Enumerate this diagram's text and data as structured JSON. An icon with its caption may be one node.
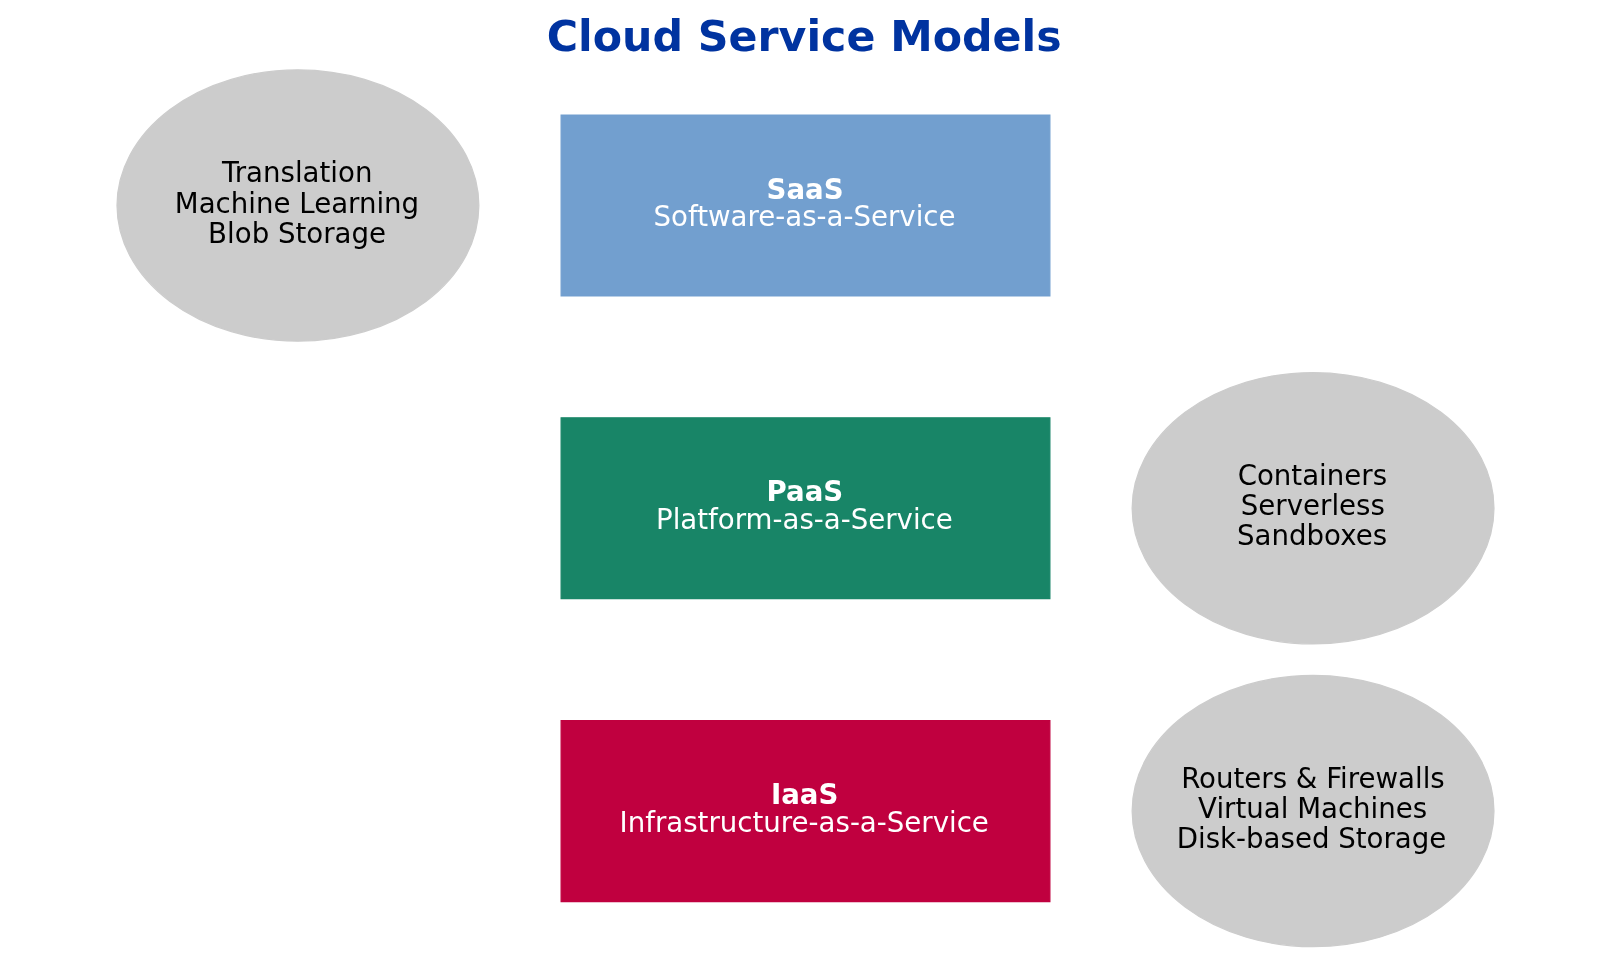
{
  "diagram": {
    "title": "Cloud Service Models",
    "nodes": [
      {
        "text": [
          "Translation",
          "Machine Learning",
          "Blob Storage"
        ]
      },
      {
        "text": [
          "SaaS",
          "Software-as-a-Service"
        ]
      },
      {
        "text": [
          "Containers",
          "Serverless",
          "Sandboxes"
        ]
      },
      {
        "text": [
          "PaaS",
          "Platform-as-a-Service"
        ]
      },
      {
        "text": [
          "IaaS",
          "Infrastructure-as-a-Service"
        ]
      },
      {
        "text": [
          "Routers & Firewalls",
          "Virtual Machines",
          "Disk-based Storage"
        ]
      }
    ],
    "edges": []
  }
}
